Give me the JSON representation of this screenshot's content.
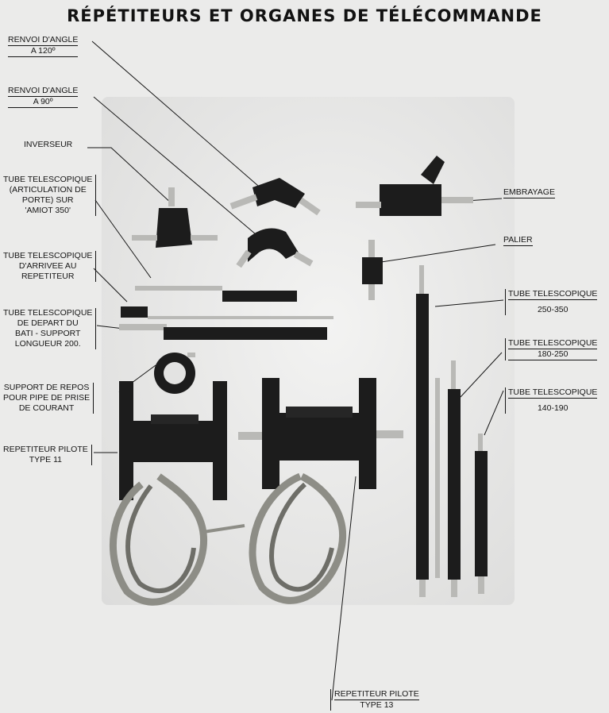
{
  "title": "RÉPÉTITEURS ET ORGANES DE TÉLÉCOMMANDE",
  "labels": {
    "renvoi_120": [
      "RENVOI D'ANGLE",
      "A 120º"
    ],
    "renvoi_90": [
      "RENVOI D'ANGLE",
      "A 90º"
    ],
    "inverseur": "INVERSEUR",
    "tube_amiot": [
      "TUBE TELESCOPIQUE",
      "(ARTICULATION DE",
      "PORTE) SUR",
      "'AMIOT 350'"
    ],
    "tube_arrivee": [
      "TUBE TELESCOPIQUE",
      "D'ARRIVEE AU",
      "REPETITEUR"
    ],
    "tube_depart": [
      "TUBE TELESCOPIQUE",
      "DE DEPART DU",
      "BATI - SUPPORT",
      "LONGUEUR 200."
    ],
    "support_repos": [
      "SUPPORT DE REPOS",
      "POUR PIPE DE PRISE",
      "DE COURANT"
    ],
    "repetiteur_11": [
      "REPETITEUR PILOTE",
      "TYPE 11"
    ],
    "repetiteur_13": [
      "REPETITEUR PILOTE",
      "TYPE 13"
    ],
    "embrayage": "EMBRAYAGE",
    "palier": "PALIER",
    "tube_250_350": [
      "TUBE TELESCOPIQUE",
      "250-350"
    ],
    "tube_180_250": [
      "TUBE TELESCOPIQUE",
      "180-250"
    ],
    "tube_140_190": [
      "TUBE TELESCOPIQUE",
      "140-190"
    ]
  },
  "colors": {
    "ink": "#141414",
    "paper": "#ebebea",
    "part_dark": "#1c1c1c",
    "part_metal": "#b9b9b6",
    "cable": "#8d8d86"
  }
}
